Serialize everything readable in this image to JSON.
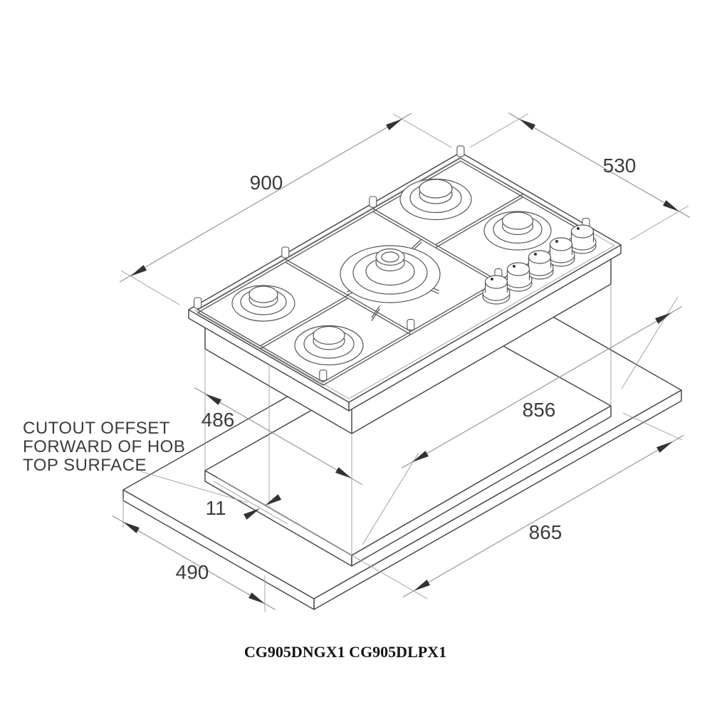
{
  "diagram": {
    "title_models": "CG905DNGX1 CG905DLPX1",
    "dimensions": {
      "hob_width": "900",
      "hob_depth": "530",
      "cutout_depth": "486",
      "cutout_width": "856",
      "cutout_offset": "11",
      "overall_cutout_width": "865",
      "counter_depth": "490"
    },
    "annotation": {
      "line1": "CUTOUT OFFSET",
      "line2": "FORWARD OF HOB",
      "line3": "TOP SURFACE"
    }
  }
}
